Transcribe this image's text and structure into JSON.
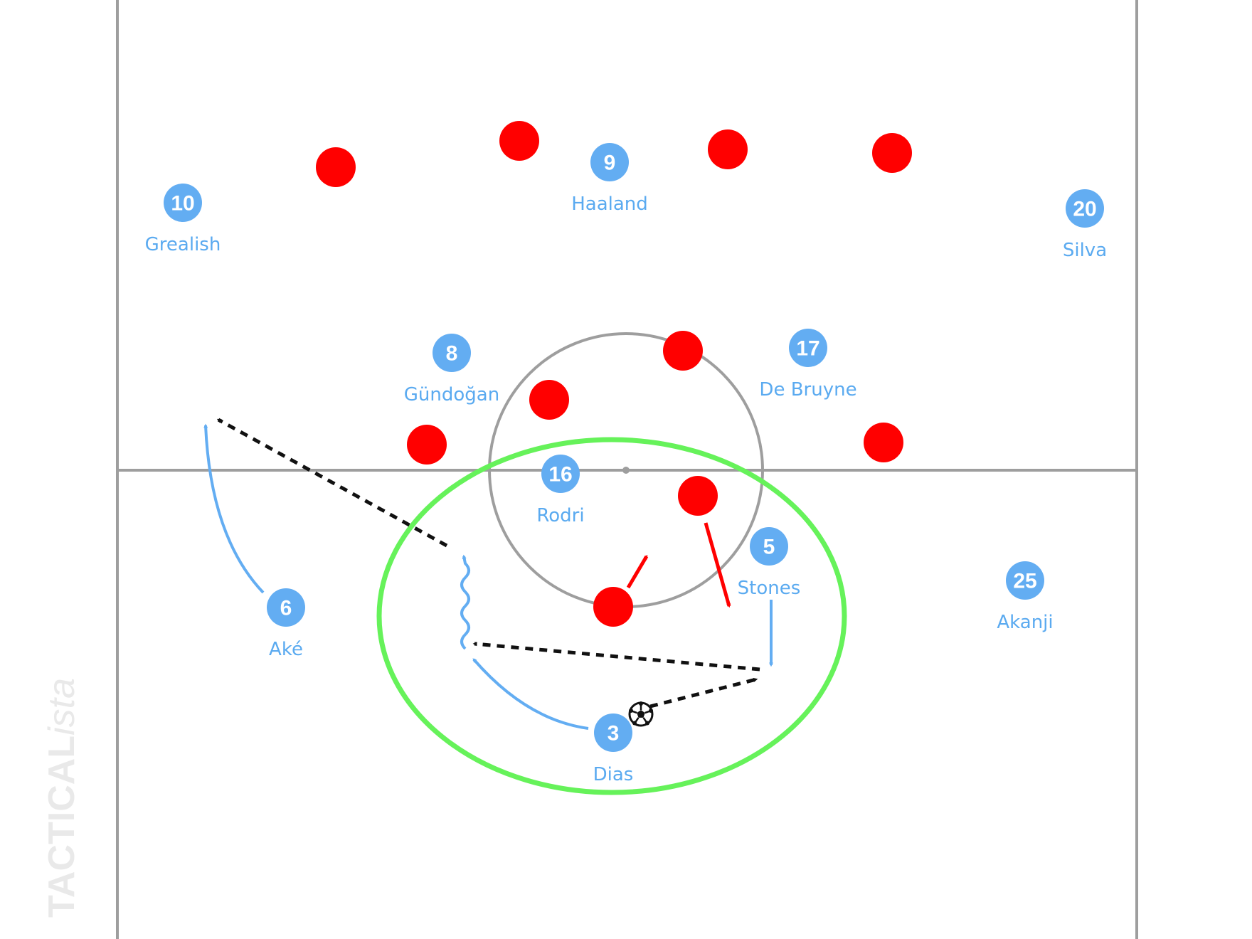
{
  "colors": {
    "home": "#63adf2",
    "away": "#ff0000",
    "zone": "#66f25a",
    "lines": "#9e9e9e",
    "pass": "#111111"
  },
  "watermark": {
    "main": "TACTICAL",
    "suffix": "ista"
  },
  "players": [
    {
      "id": "p10",
      "number": "10",
      "name": "Grealish"
    },
    {
      "id": "p9",
      "number": "9",
      "name": "Haaland"
    },
    {
      "id": "p20",
      "number": "20",
      "name": "Silva"
    },
    {
      "id": "p8",
      "number": "8",
      "name": "Gündoğan"
    },
    {
      "id": "p17",
      "number": "17",
      "name": "De Bruyne"
    },
    {
      "id": "p16",
      "number": "16",
      "name": "Rodri"
    },
    {
      "id": "p5",
      "number": "5",
      "name": "Stones"
    },
    {
      "id": "p25",
      "number": "25",
      "name": "Akanji"
    },
    {
      "id": "p6",
      "number": "6",
      "name": "Aké"
    },
    {
      "id": "p3",
      "number": "3",
      "name": "Dias"
    }
  ],
  "opponents_count": 10,
  "ball_icon": "soccer-ball-icon"
}
